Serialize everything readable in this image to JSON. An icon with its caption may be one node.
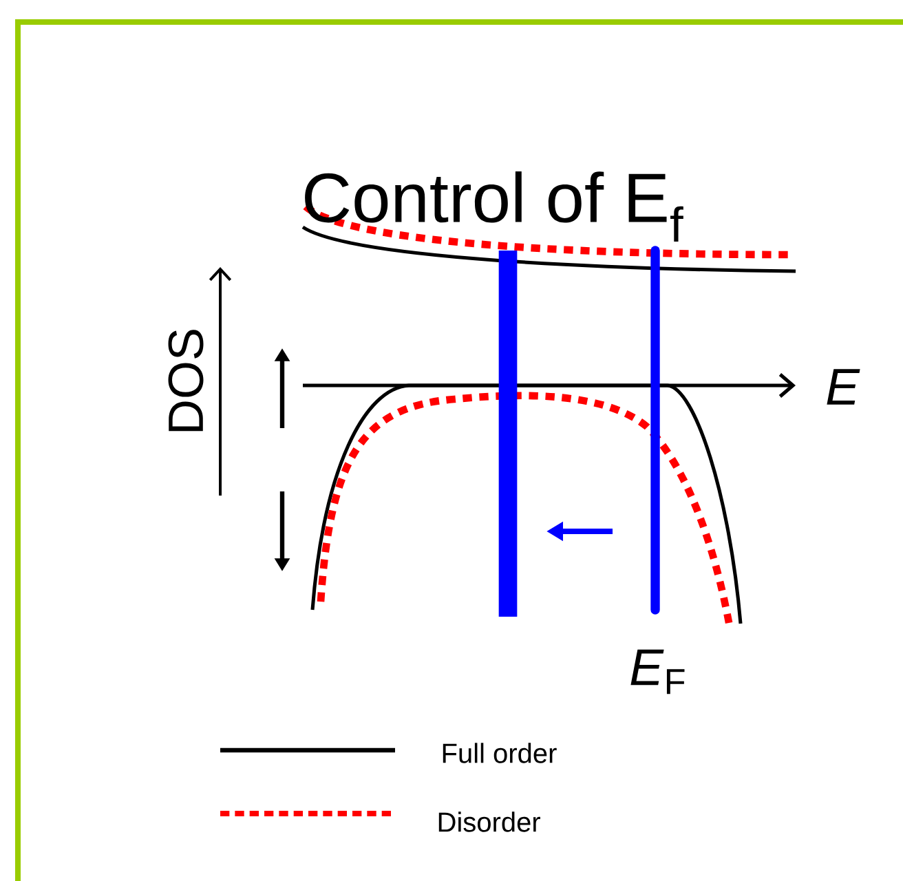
{
  "diagram": {
    "title": "Control of E$_{f}$",
    "labels": [
      "DOS",
      "*E*",
      "*E*$_{F}$"
    ],
    "legend": [
      {
        "text": "Full order"
      },
      {
        "text": "Disorder"
      }
    ]
  }
}
